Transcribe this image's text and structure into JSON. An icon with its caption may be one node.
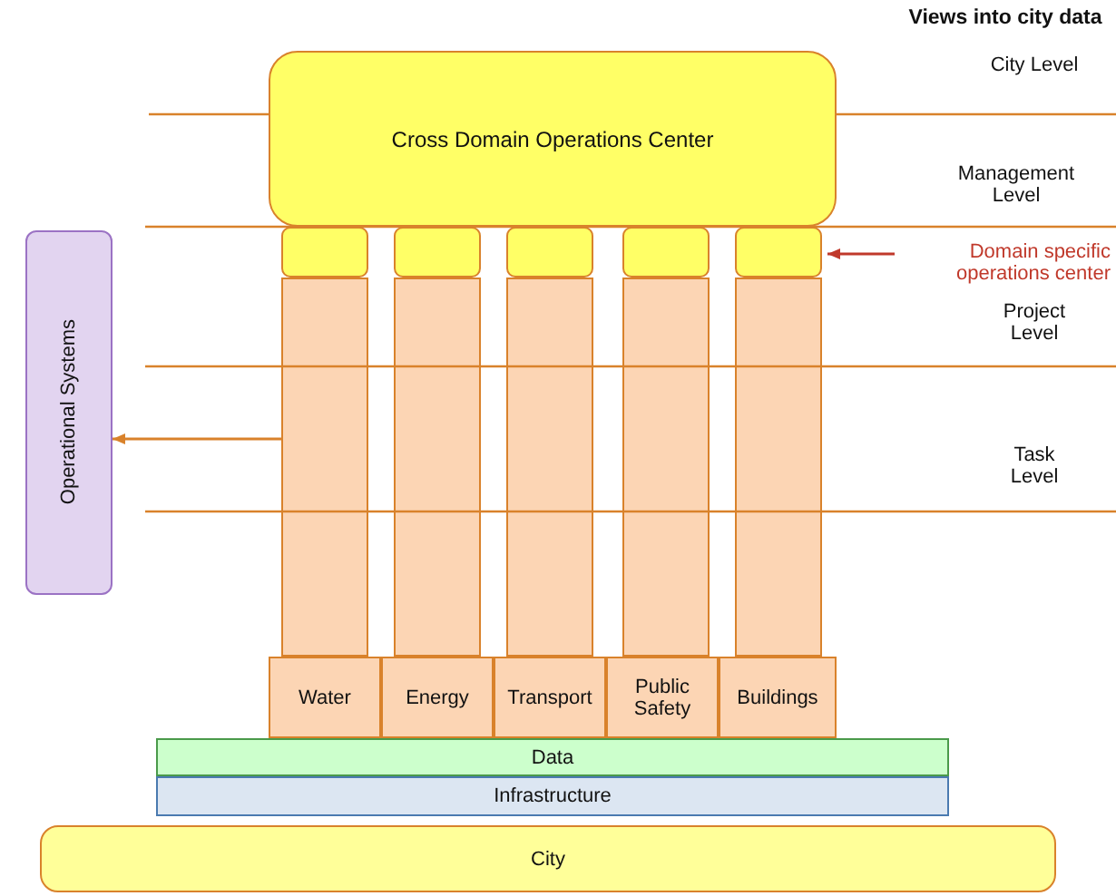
{
  "diagram": {
    "nodes": [
      {
        "text": [
          "Cross Domain Operations Center"
        ]
      },
      {
        "text": [
          "Operational Systems"
        ]
      },
      {
        "text": [],
        "shape": "box"
      },
      {
        "text": [],
        "shape": "box"
      },
      {
        "text": [],
        "shape": "box"
      },
      {
        "text": [],
        "shape": "box"
      },
      {
        "text": [],
        "shape": "box"
      },
      {
        "text": [
          "Domain specific operations center"
        ]
      },
      {
        "text": [],
        "shape": "bar"
      },
      {
        "text": [],
        "shape": "bar"
      },
      {
        "text": [],
        "shape": "bar"
      },
      {
        "text": [],
        "shape": "bar"
      },
      {
        "text": [],
        "shape": "bar"
      },
      {
        "text": [
          "Water"
        ]
      },
      {
        "text": [
          "Energy"
        ]
      },
      {
        "text": [
          "Transport"
        ]
      },
      {
        "text": [
          "Public Safety"
        ]
      },
      {
        "text": [
          "Buildings"
        ]
      },
      {
        "text": [
          "Data"
        ]
      },
      {
        "text": [
          "Infrastructure"
        ]
      },
      {
        "text": [
          "City"
        ]
      }
    ],
    "edges": [
      {
        "from": 7,
        "to": 6,
        "arrow": "to",
        "color": "#c0392b"
      },
      {
        "from": 8,
        "to": 1,
        "arrow": "to",
        "color": "#d9822b"
      }
    ],
    "labels": [
      "Views into city data",
      "City Level",
      "Management Level",
      "Project Level",
      "Task Level"
    ]
  }
}
